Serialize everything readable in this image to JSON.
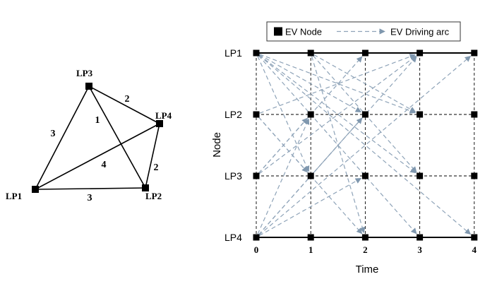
{
  "network": {
    "nodes": [
      {
        "id": "LP1",
        "label": "LP1"
      },
      {
        "id": "LP2",
        "label": "LP2"
      },
      {
        "id": "LP3",
        "label": "LP3"
      },
      {
        "id": "LP4",
        "label": "LP4"
      }
    ],
    "edges": [
      {
        "from": "LP1",
        "to": "LP3",
        "weight": "3"
      },
      {
        "from": "LP3",
        "to": "LP4",
        "weight": "2"
      },
      {
        "from": "LP3",
        "to": "LP2",
        "weight": "1"
      },
      {
        "from": "LP1",
        "to": "LP4",
        "weight": "4"
      },
      {
        "from": "LP4",
        "to": "LP2",
        "weight": "2"
      },
      {
        "from": "LP1",
        "to": "LP2",
        "weight": "3"
      }
    ]
  },
  "time_expanded": {
    "legend": {
      "node_label": "EV Node",
      "arc_label": "EV Driving arc"
    },
    "y_axis_label": "Node",
    "x_axis_label": "Time",
    "rows": [
      "LP1",
      "LP2",
      "LP3",
      "LP4"
    ],
    "times": [
      "0",
      "1",
      "2",
      "3",
      "4"
    ],
    "arc_color": "#8ea3b8",
    "arcs": [
      {
        "from": [
          "LP1",
          0
        ],
        "to": [
          "LP3",
          1
        ]
      },
      {
        "from": [
          "LP1",
          0
        ],
        "to": [
          "LP3",
          3
        ]
      },
      {
        "from": [
          "LP1",
          0
        ],
        "to": [
          "LP2",
          2
        ]
      },
      {
        "from": [
          "LP1",
          0
        ],
        "to": [
          "LP4",
          3
        ]
      },
      {
        "from": [
          "LP1",
          0
        ],
        "to": [
          "LP2",
          3
        ]
      },
      {
        "from": [
          "LP1",
          0
        ],
        "to": [
          "LP4",
          4
        ]
      },
      {
        "from": [
          "LP2",
          0
        ],
        "to": [
          "LP3",
          1
        ]
      },
      {
        "from": [
          "LP2",
          0
        ],
        "to": [
          "LP4",
          2
        ]
      },
      {
        "from": [
          "LP2",
          0
        ],
        "to": [
          "LP1",
          3
        ]
      },
      {
        "from": [
          "LP3",
          0
        ],
        "to": [
          "LP2",
          1
        ]
      },
      {
        "from": [
          "LP3",
          0
        ],
        "to": [
          "LP1",
          2
        ]
      },
      {
        "from": [
          "LP3",
          0
        ],
        "to": [
          "LP1",
          3
        ]
      },
      {
        "from": [
          "LP4",
          0
        ],
        "to": [
          "LP2",
          1
        ]
      },
      {
        "from": [
          "LP4",
          0
        ],
        "to": [
          "LP3",
          2
        ]
      },
      {
        "from": [
          "LP4",
          0
        ],
        "to": [
          "LP2",
          2
        ]
      },
      {
        "from": [
          "LP4",
          0
        ],
        "to": [
          "LP1",
          3
        ]
      },
      {
        "from": [
          "LP4",
          0
        ],
        "to": [
          "LP1",
          4
        ]
      },
      {
        "from": [
          "LP1",
          1
        ],
        "to": [
          "LP4",
          2
        ]
      },
      {
        "from": [
          "LP1",
          1
        ],
        "to": [
          "LP2",
          3
        ]
      },
      {
        "from": [
          "LP1",
          1
        ],
        "to": [
          "LP3",
          3
        ]
      },
      {
        "from": [
          "LP3",
          1
        ],
        "to": [
          "LP2",
          2
        ]
      }
    ]
  }
}
